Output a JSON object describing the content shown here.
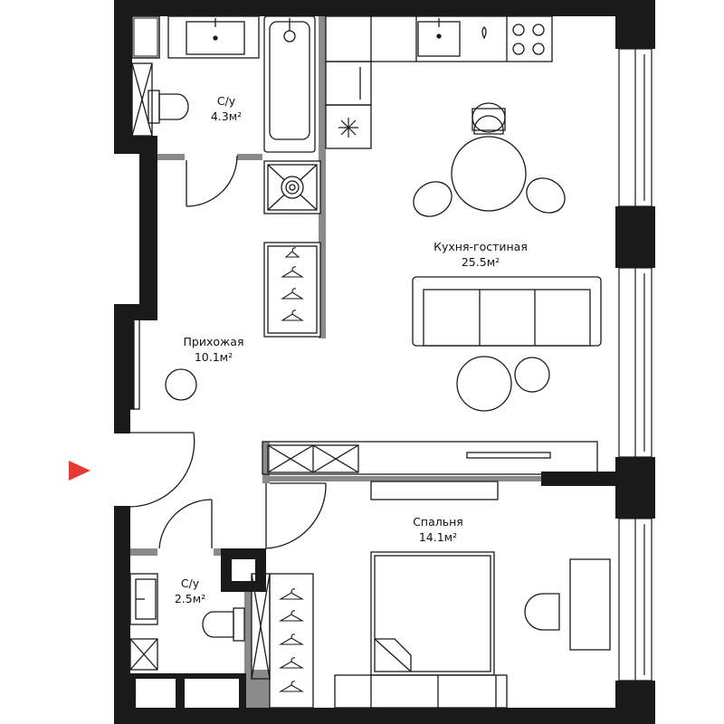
{
  "rooms": {
    "bath1": {
      "name": "С/у",
      "area": "4.3м²"
    },
    "kitchen_living": {
      "name": "Кухня-гостиная",
      "area": "25.5м²"
    },
    "hall": {
      "name": "Прихожая",
      "area": "10.1м²"
    },
    "bedroom": {
      "name": "Спальня",
      "area": "14.1м²"
    },
    "bath2": {
      "name": "С/у",
      "area": "2.5м²"
    }
  },
  "colors": {
    "wall": "#1a1a1a",
    "partition": "#8a8a8a",
    "line": "#1a1a1a",
    "entry_arrow": "#e53935"
  },
  "icons": {
    "entry": "red-triangle-arrow",
    "fridge": "snowflake-icon",
    "hangers": "hanger-icon"
  }
}
